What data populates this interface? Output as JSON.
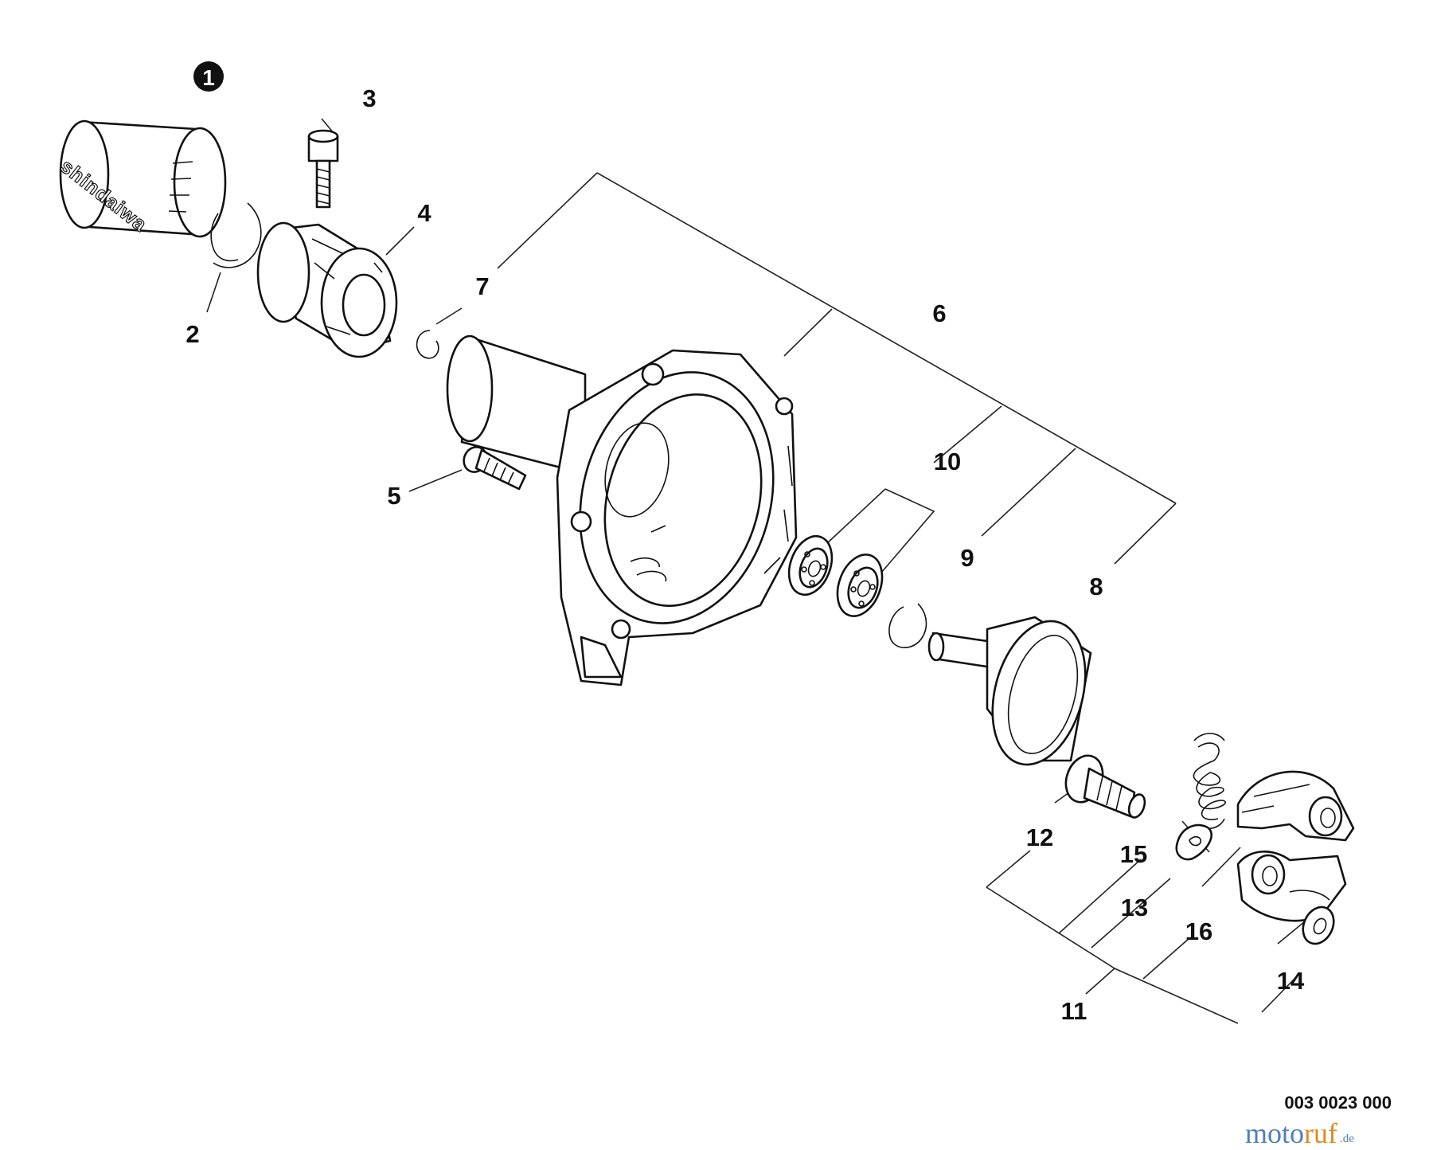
{
  "callouts": {
    "c1": "1",
    "c2": "2",
    "c3": "3",
    "c4": "4",
    "c5": "5",
    "c6": "6",
    "c7": "7",
    "c8": "8",
    "c9": "9",
    "c10": "10",
    "c11": "11",
    "c12": "12",
    "c13": "13",
    "c14": "14",
    "c15": "15",
    "c16": "16"
  },
  "sleeve_brand": "shindaiwa",
  "diagram_code": "003 0023 000",
  "watermark": {
    "part1": "moto",
    "part2": "ruf",
    "suffix": ".de"
  },
  "colors": {
    "ink": "#111111",
    "watermark_blue": "#4f7fb8",
    "watermark_orange": "#e08a25",
    "callout_marker": "#111111"
  }
}
